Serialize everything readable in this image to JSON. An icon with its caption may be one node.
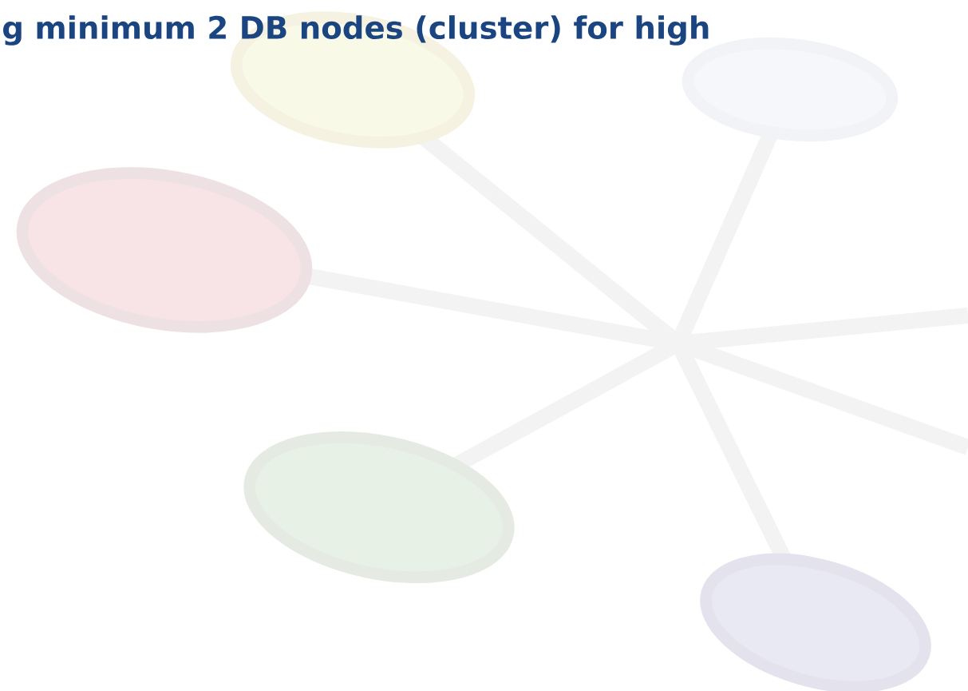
{
  "diagram": {
    "title": "g minimum 2 DB nodes (cluster) for high",
    "nodes": [
      {
        "text": [],
        "shape": "ellipse"
      },
      {
        "text": [],
        "shape": "ellipse"
      },
      {
        "text": [],
        "shape": "ellipse"
      },
      {
        "text": [],
        "shape": "ellipse"
      },
      {
        "text": [],
        "shape": "ellipse"
      }
    ],
    "edges": [
      {
        "from": 0,
        "to": null,
        "arrow": "none"
      },
      {
        "from": 1,
        "to": null,
        "arrow": "none"
      },
      {
        "from": 2,
        "to": null,
        "arrow": "none"
      },
      {
        "from": 3,
        "to": null,
        "arrow": "none"
      },
      {
        "from": 4,
        "to": null,
        "arrow": "none"
      }
    ]
  }
}
